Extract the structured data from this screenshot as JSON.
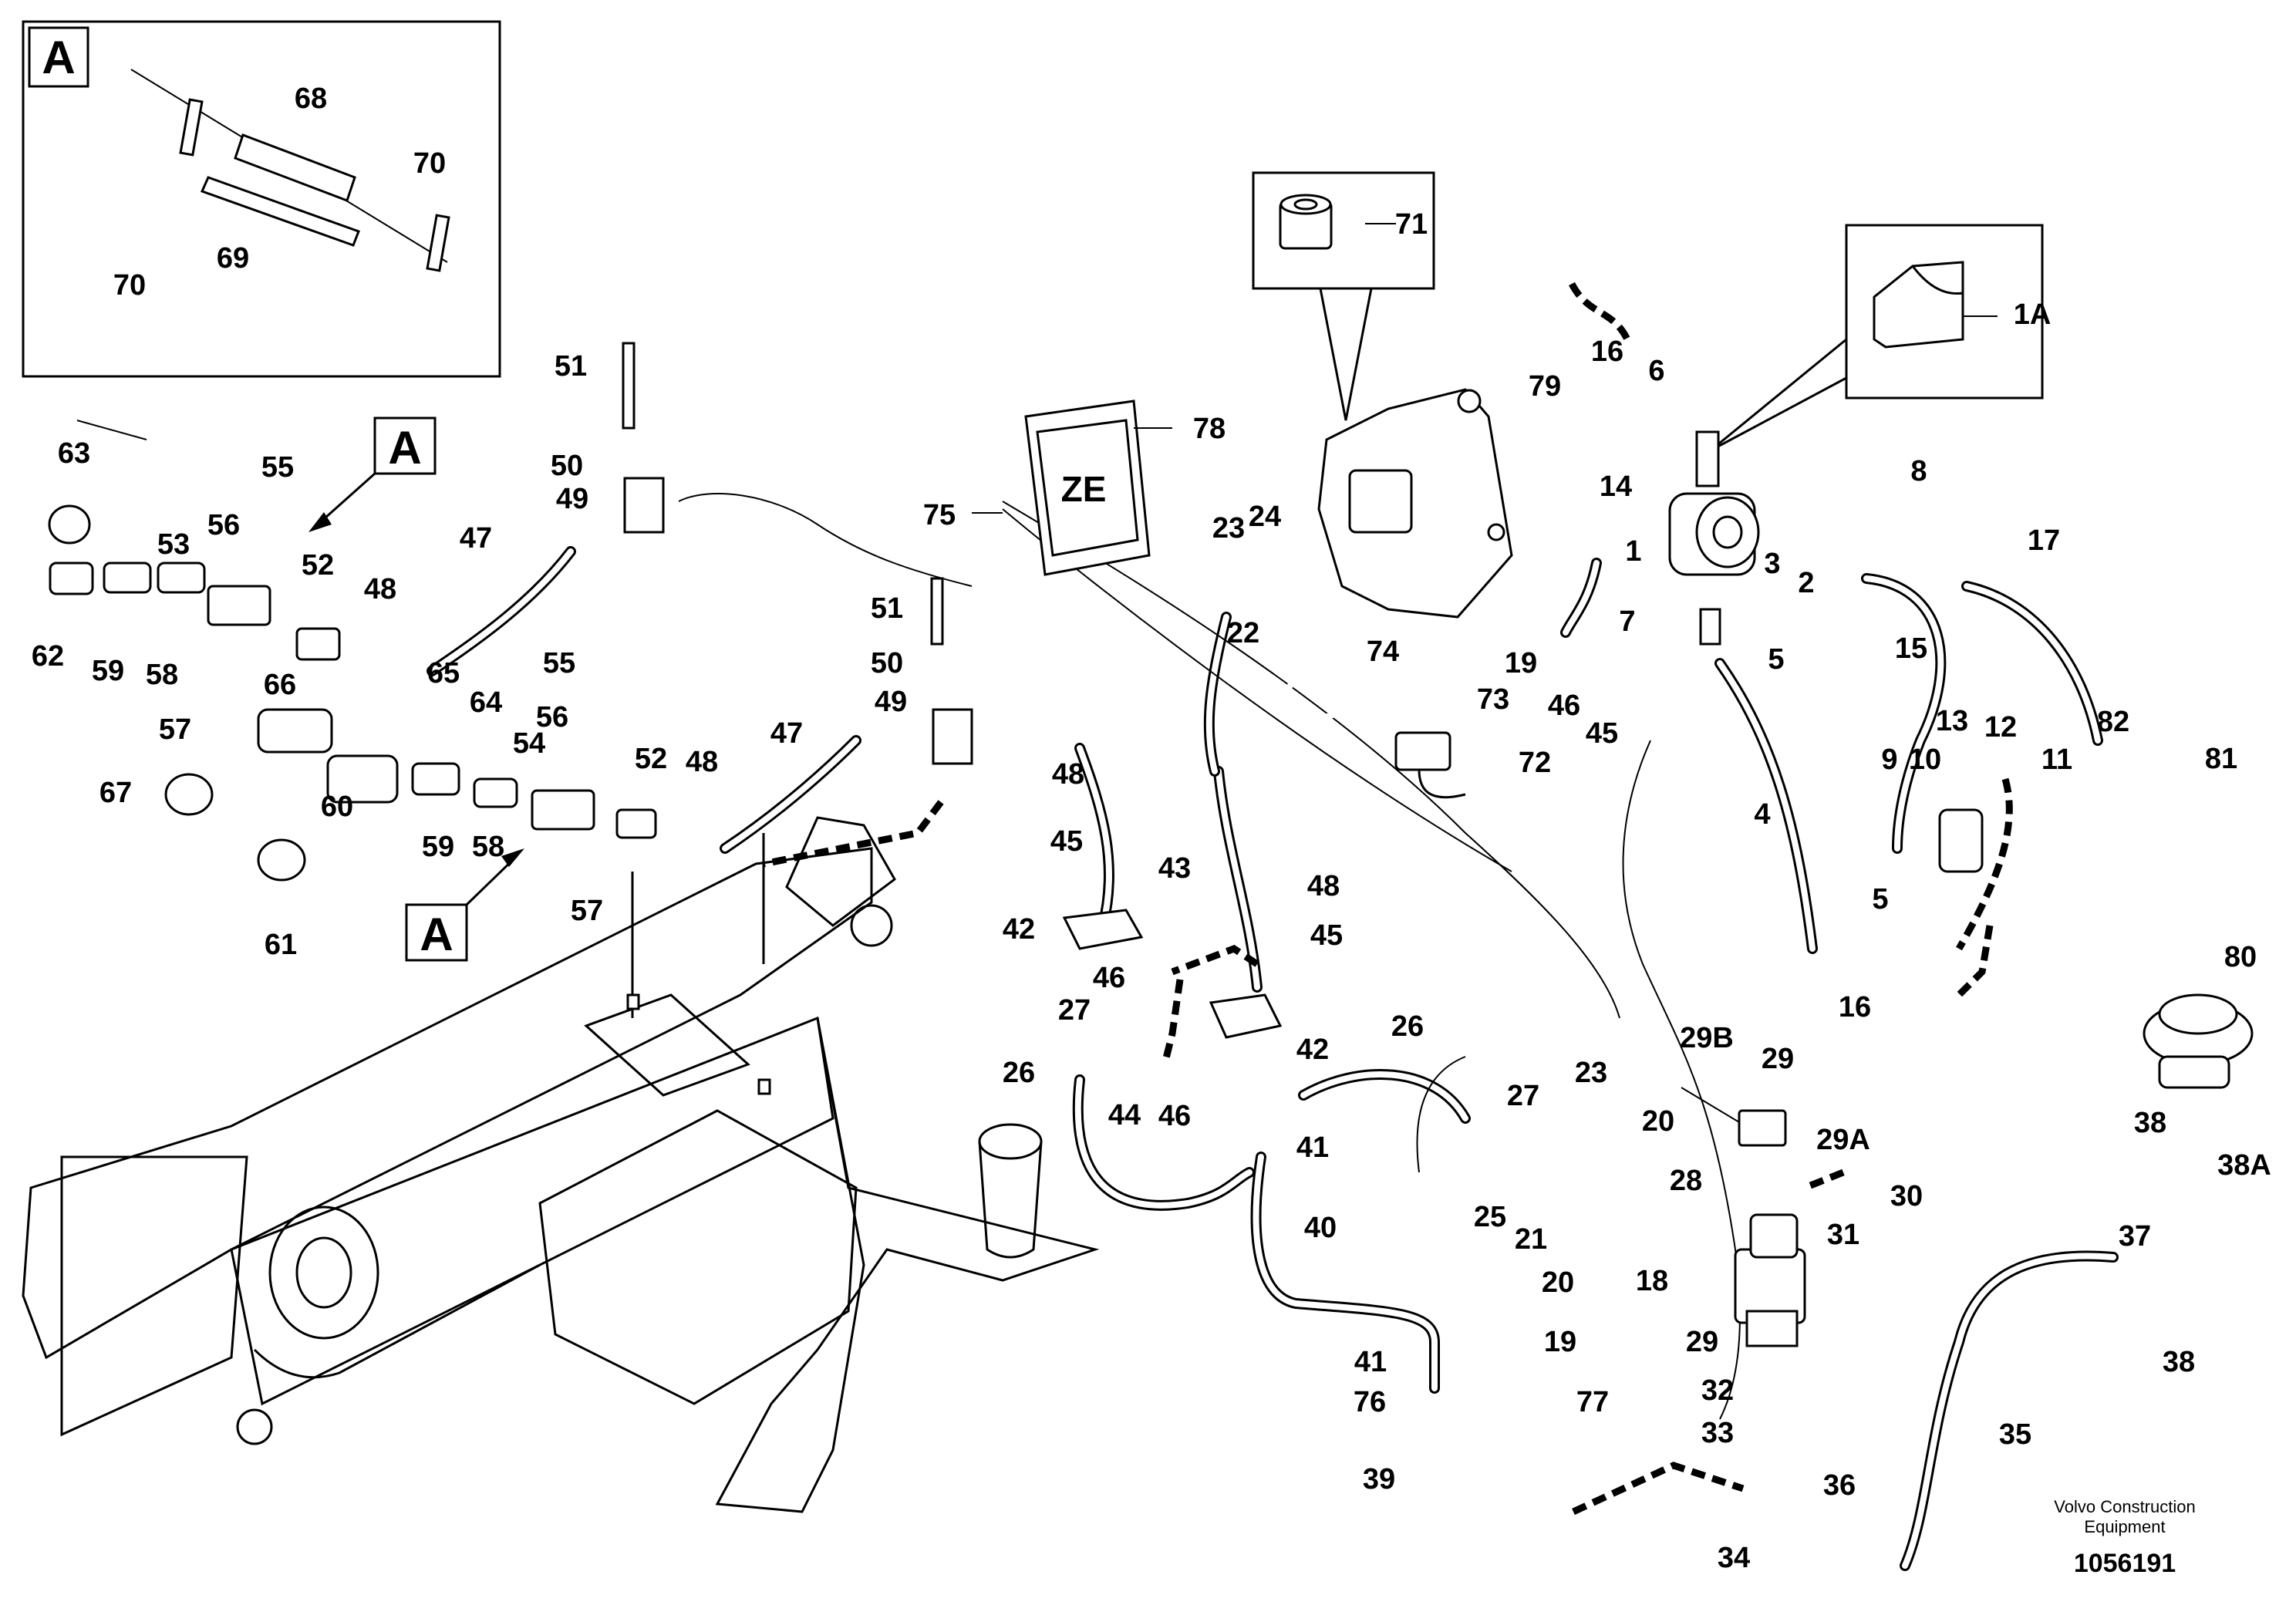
{
  "title_blocks": {
    "detail_letter": "A",
    "detail_refs": [
      "A",
      "A"
    ],
    "ze_label": "ZE"
  },
  "credit": {
    "line1": "Volvo Construction",
    "line2": "Equipment",
    "drawing_number": "1056191"
  },
  "callouts": [
    "68",
    "70",
    "70",
    "69",
    "71",
    "1A",
    "16",
    "6",
    "79",
    "78",
    "75",
    "ZE",
    "63",
    "55",
    "56",
    "53",
    "52",
    "48",
    "47",
    "62",
    "59",
    "58",
    "57",
    "51",
    "50",
    "49",
    "51",
    "50",
    "49",
    "66",
    "65",
    "64",
    "67",
    "55",
    "56",
    "54",
    "52",
    "48",
    "47",
    "60",
    "59",
    "58",
    "57",
    "61",
    "24",
    "23",
    "22",
    "14",
    "8",
    "17",
    "1",
    "3",
    "2",
    "15",
    "7",
    "5",
    "19",
    "46",
    "45",
    "74",
    "73",
    "72",
    "13",
    "12",
    "11",
    "9",
    "10",
    "4",
    "5",
    "16",
    "82",
    "81",
    "80",
    "48",
    "45",
    "42",
    "46",
    "27",
    "26",
    "43",
    "44",
    "48",
    "45",
    "42",
    "46",
    "41",
    "40",
    "26",
    "23",
    "20",
    "29B",
    "29",
    "29A",
    "27",
    "25",
    "21",
    "28",
    "31",
    "30",
    "20",
    "18",
    "19",
    "29",
    "41",
    "76",
    "77",
    "32",
    "33",
    "39",
    "34",
    "36",
    "35",
    "38",
    "38A",
    "37",
    "38"
  ]
}
